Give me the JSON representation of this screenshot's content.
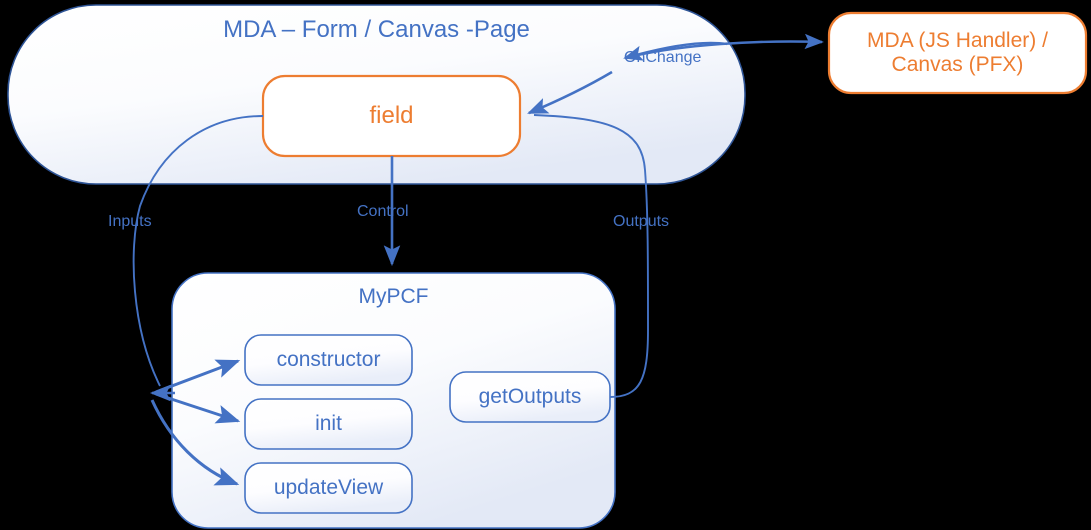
{
  "diagram": {
    "title_text": "MDA – Form / Canvas -Page",
    "background_color": "#000000",
    "blue_accent": "#4472C4",
    "orange_accent": "#ED7D31",
    "containers": [
      {
        "id": "mda-form-canvas-page",
        "label": "MDA – Form / Canvas -Page",
        "border_color": "#2E5496",
        "text_color": "#4472C4"
      },
      {
        "id": "mypcf",
        "label": "MyPCF",
        "border_color": "#4472C4",
        "text_color": "#4472C4"
      }
    ],
    "nodes": [
      {
        "id": "field",
        "label": "field",
        "border_color": "#ED7D31",
        "text_color": "#ED7D31"
      },
      {
        "id": "mda-js-handler",
        "label": "MDA (JS Handler) /\nCanvas (PFX)",
        "border_color": "#ED7D31",
        "text_color": "#ED7D31"
      },
      {
        "id": "constructor",
        "label": "constructor",
        "border_color": "#4472C4",
        "text_color": "#4472C4"
      },
      {
        "id": "init",
        "label": "init",
        "border_color": "#4472C4",
        "text_color": "#4472C4"
      },
      {
        "id": "update-view",
        "label": "updateView",
        "border_color": "#4472C4",
        "text_color": "#4472C4"
      },
      {
        "id": "get-outputs",
        "label": "getOutputs",
        "border_color": "#4472C4",
        "text_color": "#4472C4"
      }
    ],
    "edge_labels": [
      {
        "id": "on-change",
        "label": "OnChange"
      },
      {
        "id": "inputs",
        "label": "Inputs"
      },
      {
        "id": "control",
        "label": "Control"
      },
      {
        "id": "outputs",
        "label": "Outputs"
      }
    ]
  }
}
